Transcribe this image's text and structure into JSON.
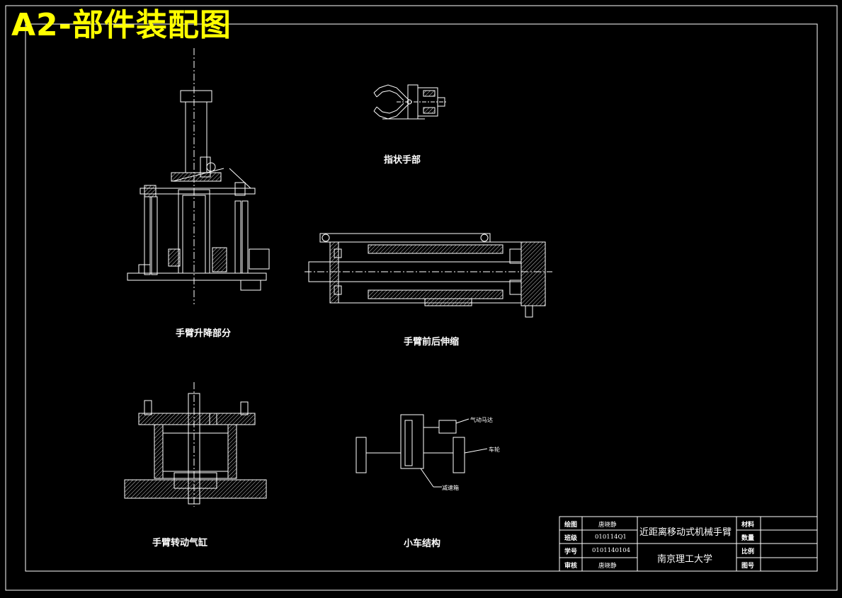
{
  "sheet": {
    "title": "A2-部件装配图",
    "title_color": "#ffff00",
    "line_color": "#ffffff",
    "background": "#000000"
  },
  "views": {
    "finger_hand": "指状手部",
    "arm_lift": "手臂升降部分",
    "arm_extend": "手臂前后伸缩",
    "arm_rotate": "手臂转动气缸",
    "cart": "小车结构"
  },
  "cart_callouts": {
    "motor": "气动马达",
    "wheel": "车轮",
    "reducer": "减速箱"
  },
  "title_block": {
    "drawn_label": "绘图",
    "drawn_value": "唐晓静",
    "class_label": "班级",
    "class_value": "010114Q1",
    "id_label": "学号",
    "id_value": "0101140104",
    "review_label": "审核",
    "review_value": "唐晓静",
    "project_name": "近距离移动式机械手臂",
    "school": "南京理工大学",
    "material_label": "材料",
    "quantity_label": "数量",
    "scale_label": "比例",
    "drawing_no_label": "图号"
  }
}
